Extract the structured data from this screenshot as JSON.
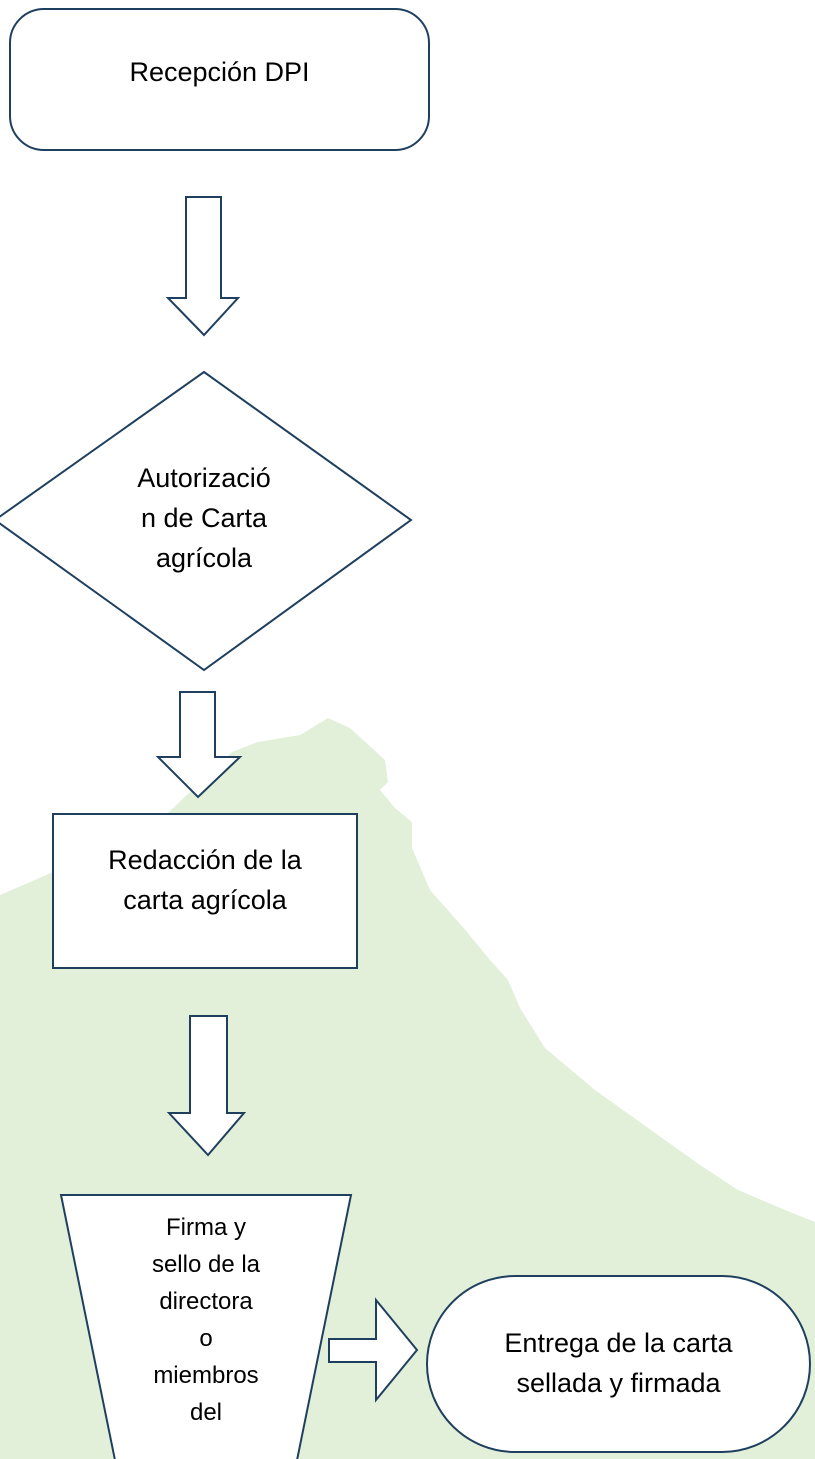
{
  "colors": {
    "stroke": "#1f3f5f",
    "fill": "#ffffff",
    "watermark": "#e2f0da",
    "text": "#000000"
  },
  "nodes": {
    "reception": {
      "text": "Recepción DPI"
    },
    "authorization": {
      "text": "Autorizació\nn de Carta\nagrícola"
    },
    "drafting": {
      "text": "Redacción de la\ncarta agrícola"
    },
    "signature": {
      "text": "Firma y\nsello de la\ndirectora\no\nmiembros\ndel"
    },
    "delivery": {
      "text": "Entrega de la carta\nsellada y firmada"
    }
  }
}
